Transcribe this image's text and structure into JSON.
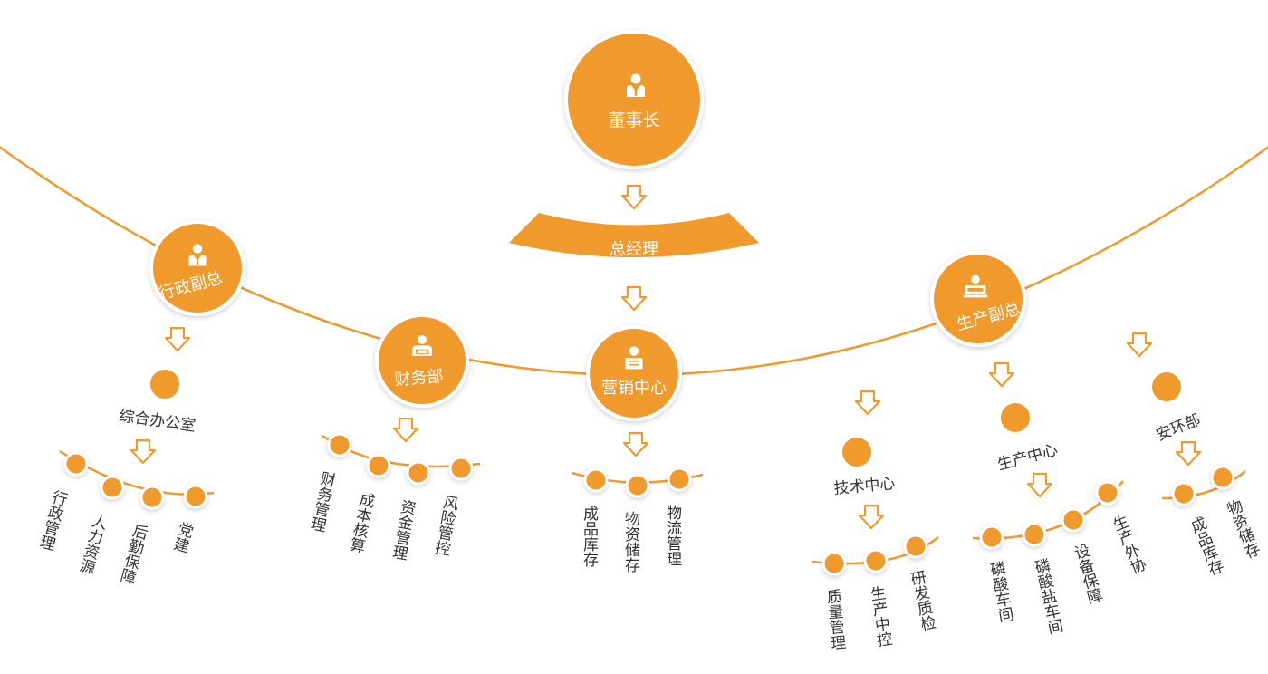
{
  "colors": {
    "accent": "#f09a2d",
    "ring": "#ffffff",
    "text": "#333333",
    "bubble_text": "#ffffff"
  },
  "chairman": {
    "label": "董事长",
    "icon": "person-icon"
  },
  "general_manager": {
    "label": "总经理"
  },
  "admin_vp": {
    "label": "行政副总",
    "icon": "person-icon",
    "departments": [
      {
        "name": "综合办公室",
        "functions": [
          "行政管理",
          "人力资源",
          "后勤保障",
          "党建"
        ]
      }
    ]
  },
  "finance": {
    "label": "财务部",
    "icon": "accountant-icon",
    "functions": [
      "财务管理",
      "成本核算",
      "资金管理",
      "风险管控"
    ]
  },
  "marketing": {
    "label": "营销中心",
    "icon": "document-person-icon",
    "functions": [
      "成品库存",
      "物资储存",
      "物流管理"
    ]
  },
  "production_vp": {
    "label": "生产副总",
    "icon": "presenter-icon",
    "departments": [
      {
        "name": "技术中心",
        "functions": [
          "质量管理",
          "生产中控",
          "研发质检"
        ]
      },
      {
        "name": "生产中心",
        "functions": [
          "磷酸车间",
          "磷酸盐车间",
          "设备保障",
          "生产外协"
        ]
      },
      {
        "name": "安环部",
        "functions": [
          "成品库存",
          "物资储存"
        ]
      }
    ]
  }
}
